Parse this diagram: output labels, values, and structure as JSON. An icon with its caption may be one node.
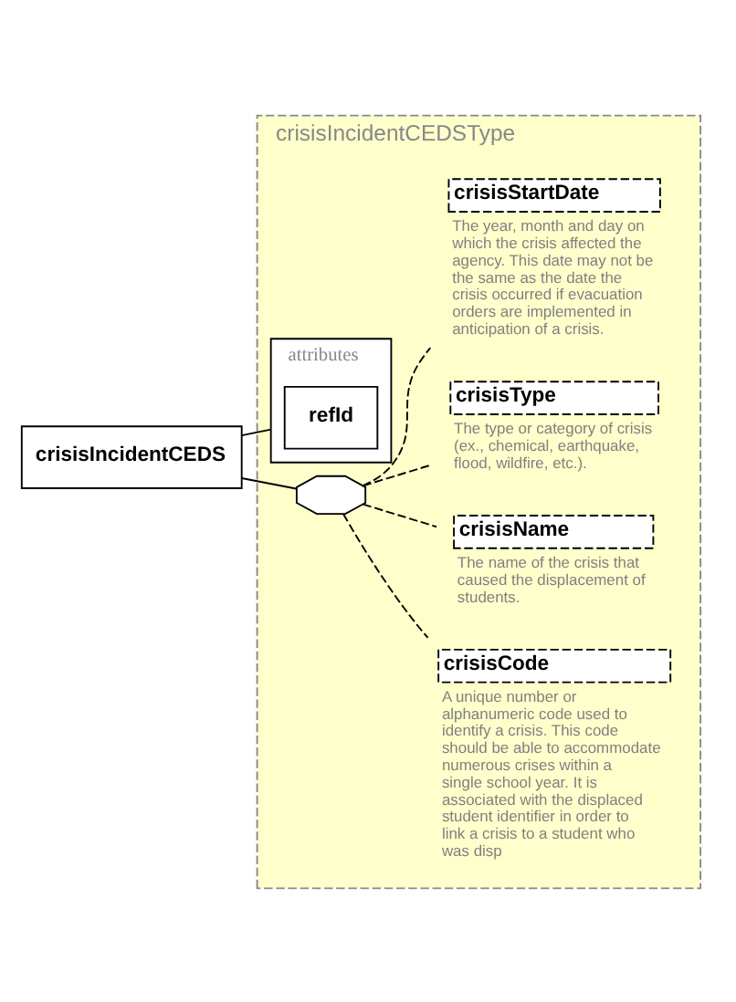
{
  "diagram": {
    "nodes": [
      {
        "text": [
          "crisisIncidentCEDS"
        ]
      },
      {
        "text": [
          "crisisIncidentCEDSType"
        ]
      },
      {
        "text": [
          "attributes"
        ],
        "in": 1
      },
      {
        "text": [
          "refId"
        ],
        "in": 2
      },
      {
        "text": [],
        "shape": "octagon",
        "in": 1
      },
      {
        "text": [
          "crisisCode",
          "A unique number or alphanumeric code used to identify a crisis. This code should be able to accommodate numerous crises within a single school year. It is associated with the displaced student identifier in order to link a crisis to a student who was disp"
        ],
        "in": 1
      },
      {
        "text": [
          "crisisName",
          "The name of the crisis that caused the displacement of students."
        ],
        "in": 1
      },
      {
        "text": [
          "crisisType",
          "The type or category of crisis (ex., chemical, earthquake, flood, wildfire, etc.)."
        ],
        "in": 1
      },
      {
        "text": [
          "crisisStartDate",
          "The year, month and day on which the crisis affected the agency. This date may not be the same as the date the crisis occurred if evacuation orders are implemented in anticipation of a crisis."
        ],
        "in": 1
      }
    ],
    "edges": [
      {
        "from": 0,
        "to": 2,
        "arrow": "none"
      },
      {
        "from": 0,
        "to": 4,
        "arrow": "none"
      },
      {
        "from": 4,
        "to": 5,
        "arrow": "none",
        "style": "dashed"
      },
      {
        "from": 4,
        "to": 6,
        "arrow": "none",
        "style": "dashed"
      },
      {
        "from": 4,
        "to": 7,
        "arrow": "none",
        "style": "dashed"
      },
      {
        "from": 4,
        "to": 8,
        "arrow": "none",
        "style": "dashed"
      }
    ]
  }
}
